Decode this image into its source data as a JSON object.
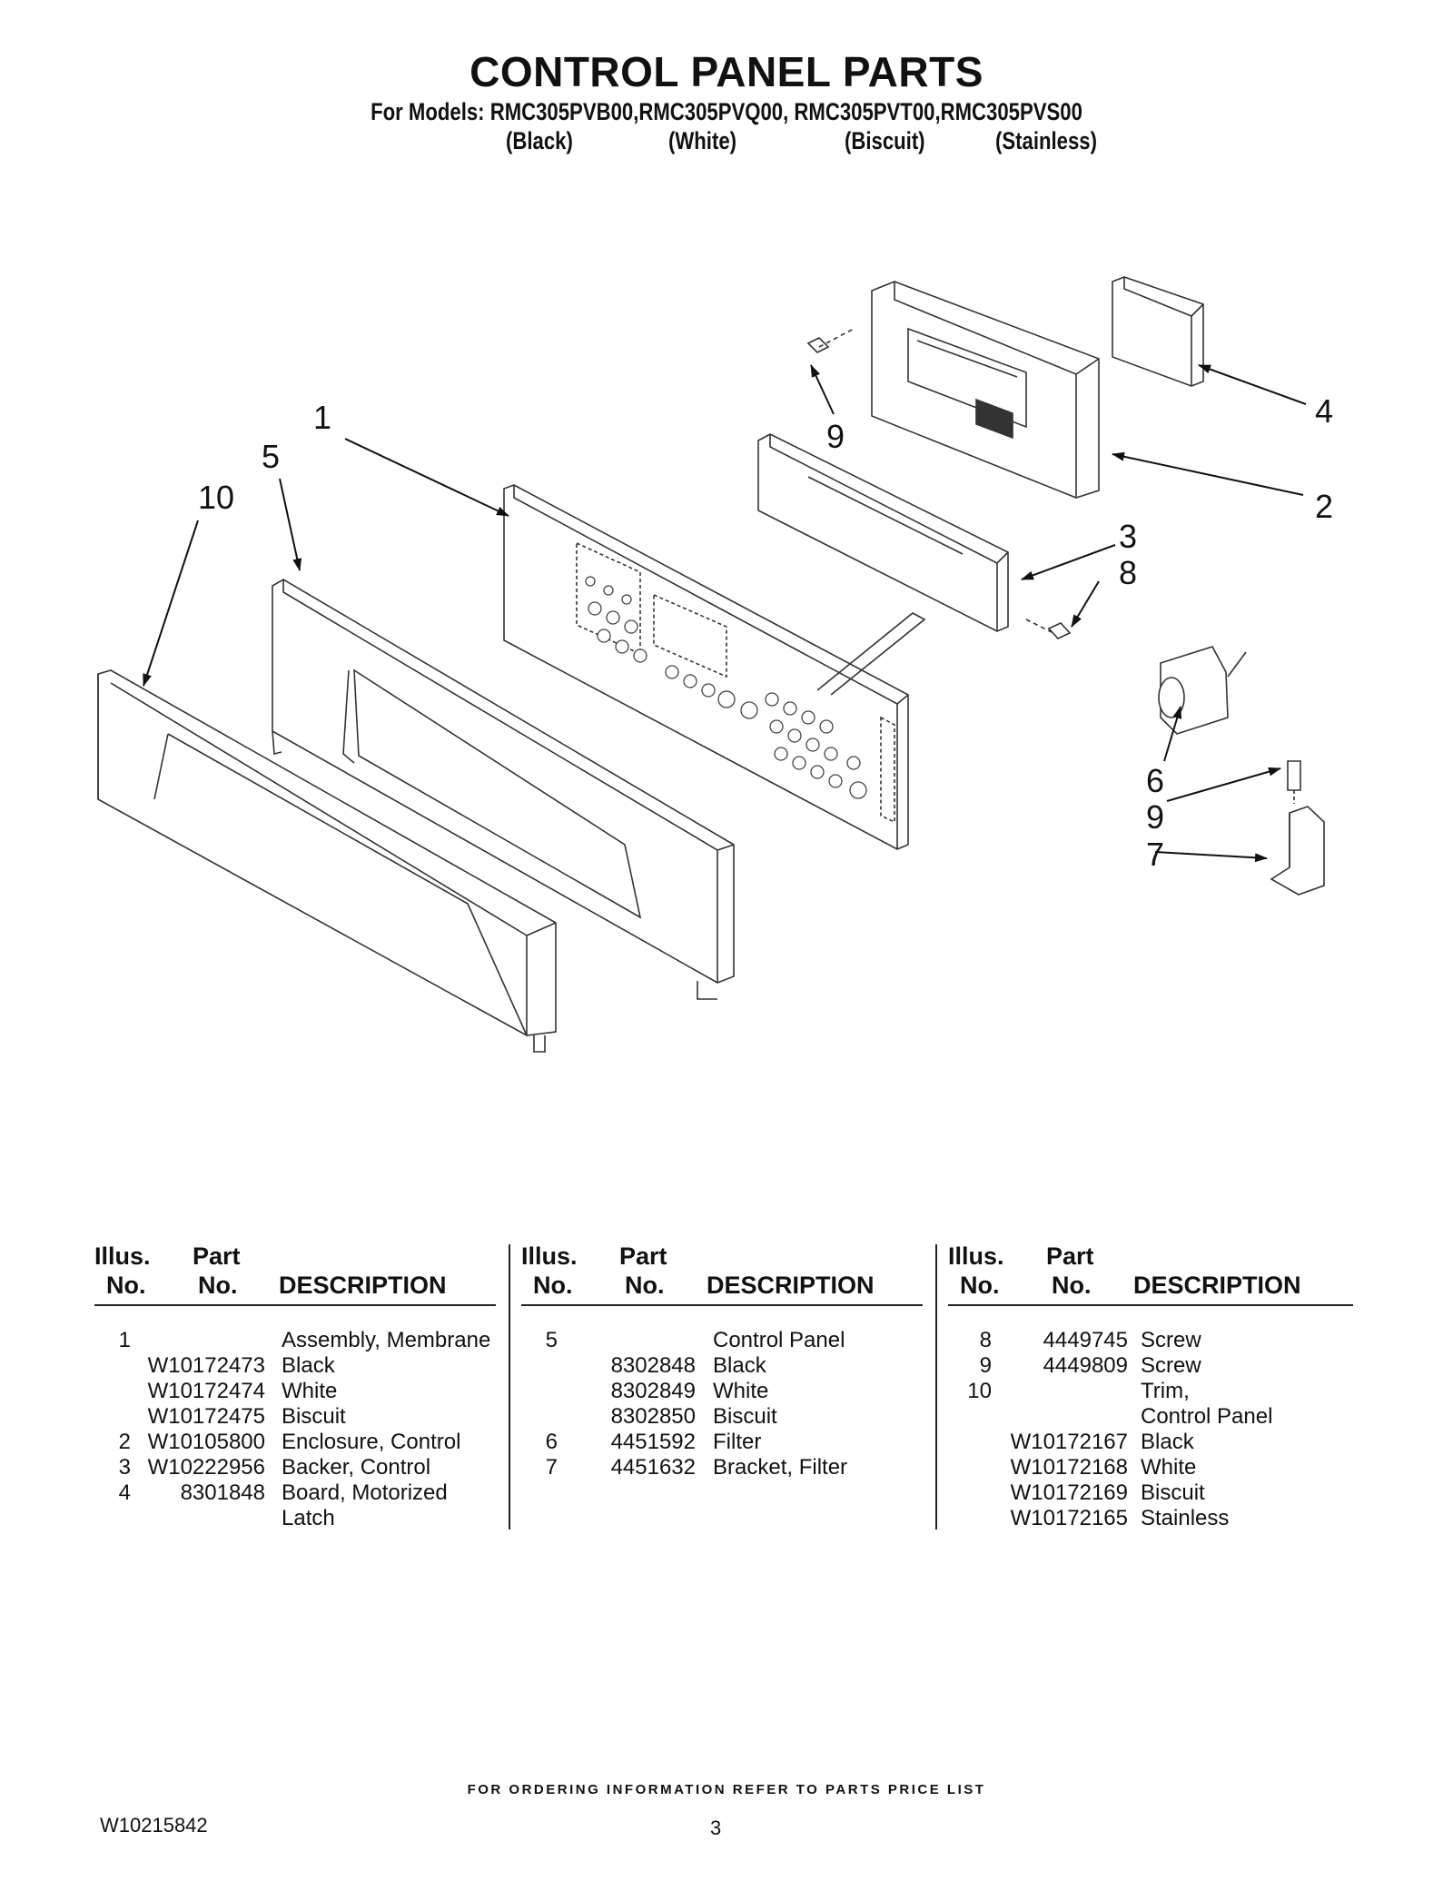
{
  "header": {
    "title": "CONTROL PANEL PARTS",
    "subtitle": "For Models: RMC305PVB00,RMC305PVQ00, RMC305PVT00,RMC305PVS00",
    "variants": [
      "(Black)",
      "(White)",
      "(Biscuit)",
      "(Stainless)"
    ]
  },
  "diagram": {
    "callouts": [
      "1",
      "5",
      "10",
      "9",
      "4",
      "2",
      "3",
      "8",
      "6",
      "9",
      "7"
    ]
  },
  "table": {
    "headers": {
      "illus_line1": "Illus.",
      "illus_line2": "No.",
      "part_line1": "Part",
      "part_line2": "No.",
      "description": "DESCRIPTION"
    },
    "columns": [
      {
        "rows": [
          {
            "illus": "1",
            "part": "",
            "desc": "Assembly, Membrane"
          },
          {
            "illus": "",
            "part": "W10172473",
            "desc": "Black"
          },
          {
            "illus": "",
            "part": "W10172474",
            "desc": "White"
          },
          {
            "illus": "",
            "part": "W10172475",
            "desc": "Biscuit"
          },
          {
            "illus": "2",
            "part": "W10105800",
            "desc": "Enclosure, Control"
          },
          {
            "illus": "3",
            "part": "W10222956",
            "desc": "Backer, Control"
          },
          {
            "illus": "4",
            "part": "8301848",
            "desc": "Board, Motorized"
          },
          {
            "illus": "",
            "part": "",
            "desc": "Latch"
          }
        ]
      },
      {
        "rows": [
          {
            "illus": "5",
            "part": "",
            "desc": "Control Panel"
          },
          {
            "illus": "",
            "part": "8302848",
            "desc": "Black"
          },
          {
            "illus": "",
            "part": "8302849",
            "desc": "White"
          },
          {
            "illus": "",
            "part": "8302850",
            "desc": "Biscuit"
          },
          {
            "illus": "6",
            "part": "4451592",
            "desc": "Filter"
          },
          {
            "illus": "7",
            "part": "4451632",
            "desc": "Bracket, Filter"
          }
        ]
      },
      {
        "rows": [
          {
            "illus": "8",
            "part": "4449745",
            "desc": "Screw"
          },
          {
            "illus": "9",
            "part": "4449809",
            "desc": "Screw"
          },
          {
            "illus": "10",
            "part": "",
            "desc": "Trim,"
          },
          {
            "illus": "",
            "part": "",
            "desc": "Control Panel"
          },
          {
            "illus": "",
            "part": "W10172167",
            "desc": "Black"
          },
          {
            "illus": "",
            "part": "W10172168",
            "desc": "White"
          },
          {
            "illus": "",
            "part": "W10172169",
            "desc": "Biscuit"
          },
          {
            "illus": "",
            "part": "W10172165",
            "desc": "Stainless"
          }
        ]
      }
    ]
  },
  "footer": {
    "note": "FOR ORDERING INFORMATION REFER TO PARTS PRICE LIST",
    "doc_number": "W10215842",
    "page": "3"
  }
}
